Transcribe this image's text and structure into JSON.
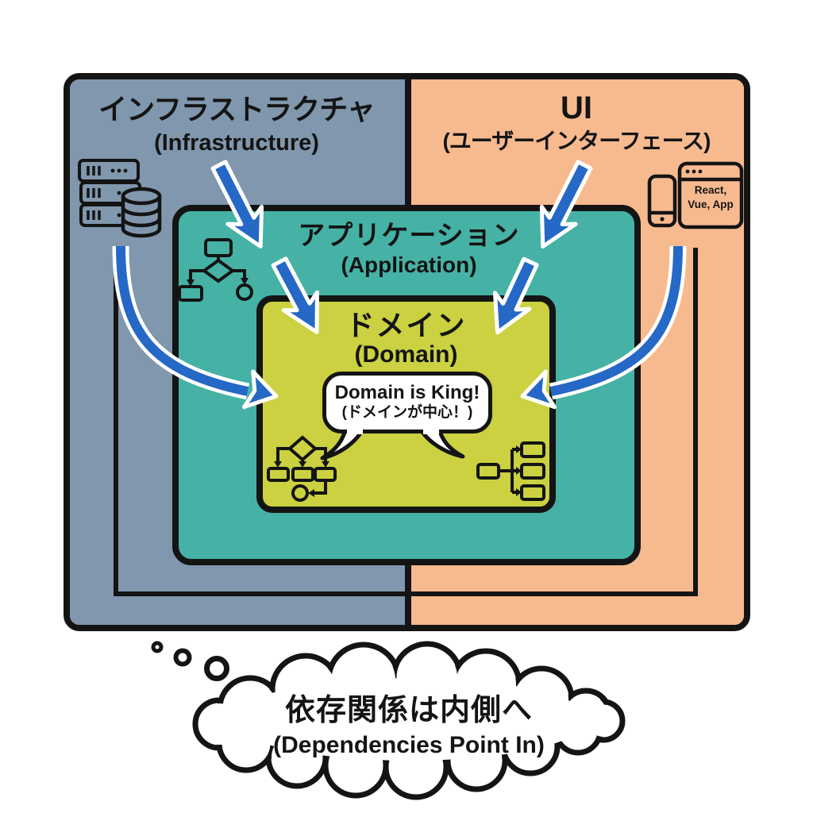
{
  "layers": {
    "infrastructure": {
      "title": "インフラストラクチャ",
      "subtitle": "(Infrastructure)"
    },
    "ui": {
      "title": "UI",
      "subtitle": "(ユーザーインターフェース)",
      "frameworks_label": "React,\nVue, App"
    },
    "application": {
      "title": "アプリケーション",
      "subtitle": "(Application)"
    },
    "domain": {
      "title": "ドメイン",
      "subtitle": "(Domain)"
    }
  },
  "speech_bubble": {
    "line1": "Domain is King!",
    "line2": "(ドメインが中心！)"
  },
  "thought_cloud": {
    "line1": "依存関係は内側へ",
    "line2": "(Dependencies Point In)"
  },
  "icons": {
    "infrastructure": [
      "server-stack-icon",
      "database-icon"
    ],
    "application": [
      "flowchart-icon"
    ],
    "ui": [
      "smartphone-icon",
      "browser-window-icon"
    ],
    "domain": [
      "flowchart-branch-icon",
      "tree-structure-icon"
    ],
    "arrows": [
      "four straight blue arrows pointing inward",
      "two curved blue arrows pointing inward"
    ]
  },
  "colors": {
    "infrastructure_bg": "#8097ad",
    "ui_bg": "#f7ba8f",
    "application_bg": "#45b2a5",
    "domain_bg": "#cbd140",
    "arrow_blue": "#2568c6",
    "outline": "#141414",
    "bubble_bg": "#ffffff"
  }
}
